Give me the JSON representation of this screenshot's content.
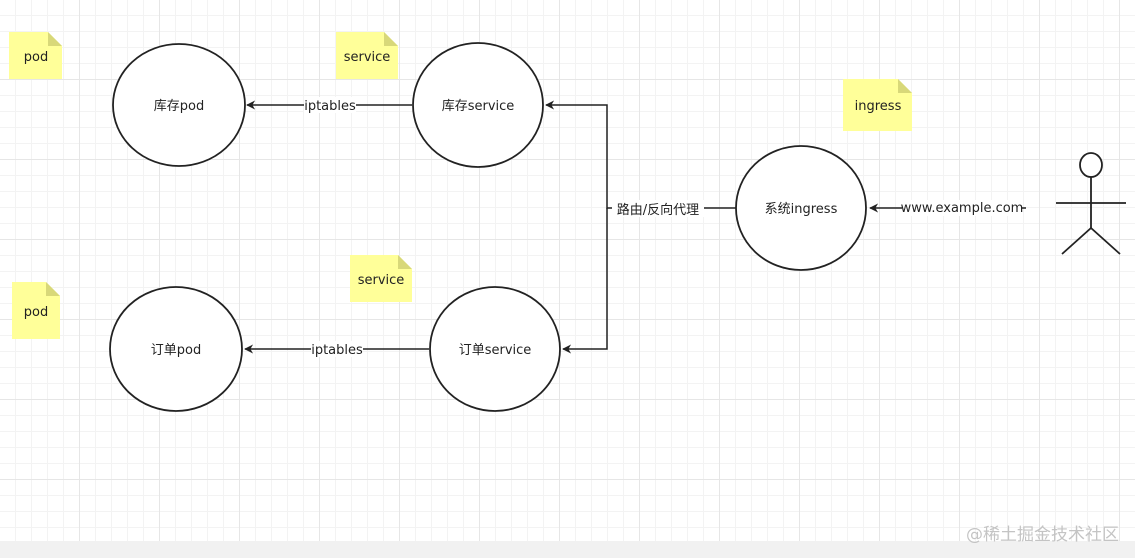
{
  "notes": [
    {
      "id": "note-pod-1",
      "text": "pod"
    },
    {
      "id": "note-service-1",
      "text": "service"
    },
    {
      "id": "note-ingress",
      "text": "ingress"
    },
    {
      "id": "note-service-2",
      "text": "service"
    },
    {
      "id": "note-pod-2",
      "text": "pod"
    }
  ],
  "nodes": {
    "inventory_pod": "库存pod",
    "inventory_service": "库存service",
    "order_pod": "订单pod",
    "order_service": "订单service",
    "system_ingress": "系统ingress"
  },
  "edges": {
    "iptables_top": "iptables",
    "iptables_bottom": "iptables",
    "routing": "路由/反向代理",
    "domain": "www.example.com"
  },
  "colors": {
    "note_fill": "#ffff99",
    "note_fold": "#d8d879",
    "stroke": "#222222",
    "grid": "#e6e6e6"
  },
  "actor_icon": "user-stick-figure-icon",
  "watermark": "@稀土掘金技术社区"
}
